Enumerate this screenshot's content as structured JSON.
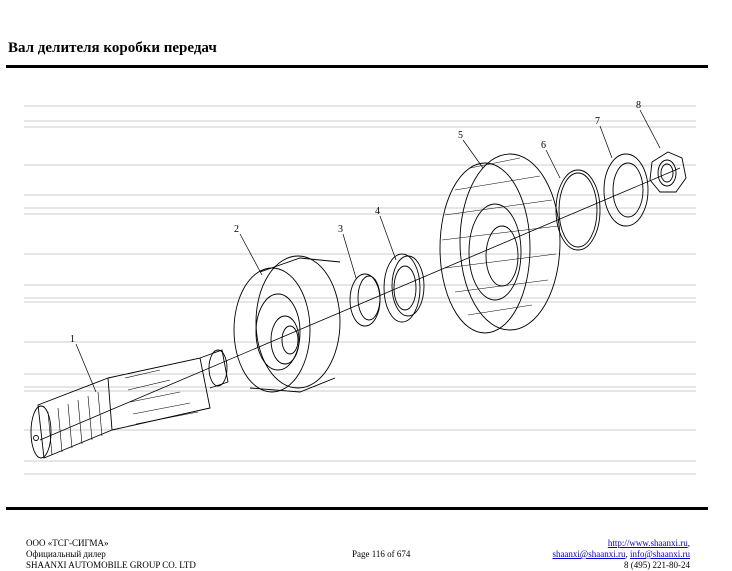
{
  "page": {
    "title": "Вал делителя коробки передач"
  },
  "callouts": [
    "1",
    "2",
    "3",
    "4",
    "5",
    "6",
    "7",
    "8"
  ],
  "footer": {
    "left": {
      "line1": "ООО «ТСГ-СИГМА»",
      "line2": "Официальный дилер",
      "line3": "SHAANXI AUTOMOBILE GROUP CO. LTD"
    },
    "center": "Page 116 of 674",
    "right": {
      "website": "http://www.shaanxi.ru",
      "website_sep": ",",
      "email1": "shaanxi@shaanxi.ru",
      "email_sep": ", ",
      "email2": "info@shaanxi.ru",
      "phone": "8 (495) 221-80-24"
    }
  }
}
